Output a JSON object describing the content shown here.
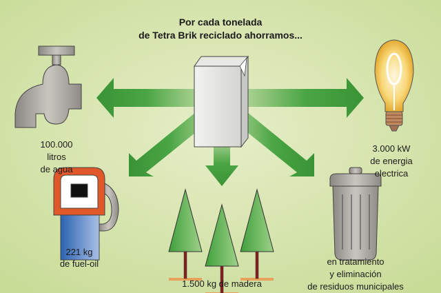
{
  "title": {
    "line1": "Por cada tonelada",
    "line2": "de Tetra Brik reciclado ahorramos..."
  },
  "items": {
    "water": {
      "line1": "100.000",
      "line2": "litros",
      "line3": "de agua",
      "icon": "faucet-icon"
    },
    "energy": {
      "line1": "3.000 kW",
      "line2": "de energia",
      "line3": "electrica",
      "icon": "lightbulb-icon"
    },
    "fuel": {
      "line1": "221 kg",
      "line2": "de fuel-oil",
      "icon": "fuel-pump-icon"
    },
    "wood": {
      "line1": "1.500 kg de madera",
      "icon": "trees-icon"
    },
    "waste": {
      "line1": "en tratamiento",
      "line2": "y eliminación",
      "line3": "de residuos municipales",
      "icon": "trash-can-icon"
    }
  },
  "colors": {
    "background": "#d3e2a8",
    "arrow": "#3f9a3a",
    "tree": "#4aa844",
    "trunk": "#8a1c1c",
    "ground": "#e8a05a",
    "pump_top": "#e0582a",
    "pump_body": "#3d6fb8",
    "gray": "#a29e98"
  }
}
